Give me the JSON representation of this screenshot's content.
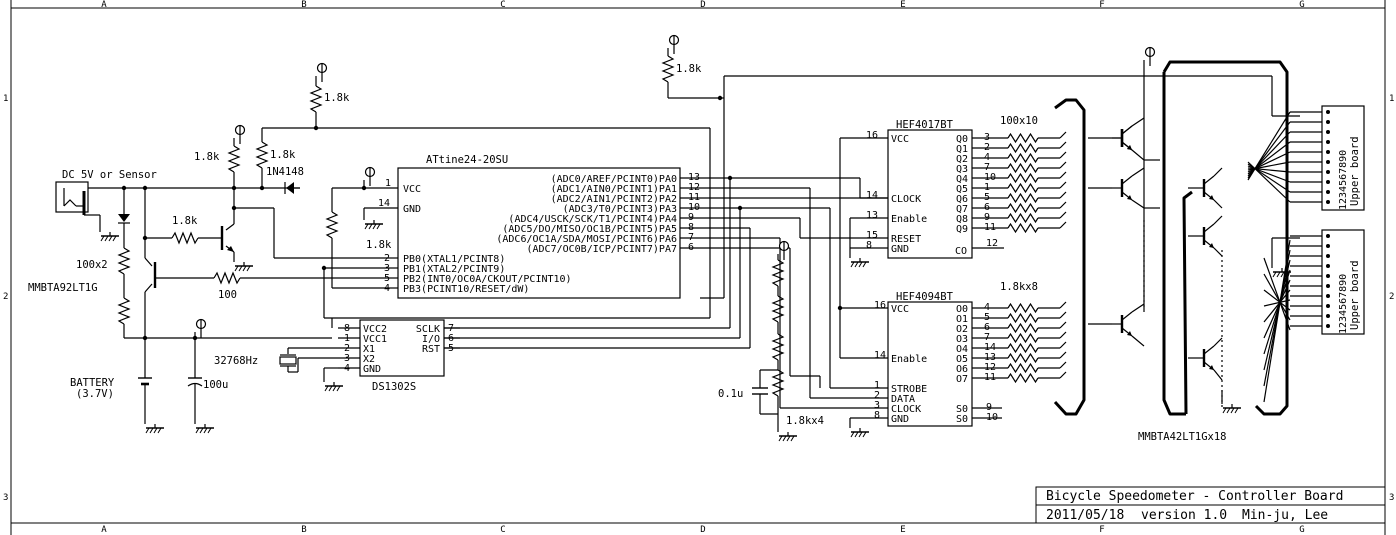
{
  "border": {
    "columns": [
      "A",
      "B",
      "C",
      "D",
      "E",
      "F",
      "G"
    ],
    "rows": [
      "1",
      "2",
      "3"
    ]
  },
  "title_block": {
    "title": "Bicycle Speedometer - Controller Board",
    "date": "2011/05/18",
    "version": "version 1.0",
    "author": "Min-ju, Lee"
  },
  "power": {
    "input_label": "DC 5V or Sensor",
    "battery_label": "BATTERY",
    "battery_voltage": "(3.7V)",
    "cap_100u": "100u",
    "cap_01u": "0.1u"
  },
  "parts": {
    "r_1k8": "1.8k",
    "r_100x2": "100x2",
    "r_100": "100",
    "r_100x10": "100x10",
    "r_1k8x8": "1.8kx8",
    "r_1k8x4": "1.8kx4",
    "diode": "1N4148",
    "pnp": "MMBTA92LT1G",
    "npn_array": "MMBTA42LT1Gx18",
    "crystal": "32768Hz",
    "upper_board": "Upper board",
    "connector_pins": "1234567890"
  },
  "mcu": {
    "name": "ATtine24-20SU",
    "vcc": "VCC",
    "gnd": "GND",
    "vcc_pin": "1",
    "gnd_pin": "14",
    "right_pins": [
      {
        "label": "(ADC0/AREF/PCINT0)PA0",
        "num": "13"
      },
      {
        "label": "(ADC1/AIN0/PCINT1)PA1",
        "num": "12"
      },
      {
        "label": "(ADC2/AIN1/PCINT2)PA2",
        "num": "11"
      },
      {
        "label": "(ADC3/T0/PCINT3)PA3",
        "num": "10"
      },
      {
        "label": "(ADC4/USCK/SCK/T1/PCINT4)PA4",
        "num": "9"
      },
      {
        "label": "(ADC5/DO/MISO/OC1B/PCINT5)PA5",
        "num": "8"
      },
      {
        "label": "(ADC6/OC1A/SDA/MOSI/PCINT6)PA6",
        "num": "7"
      },
      {
        "label": "(ADC7/OC0B/ICP/PCINT7)PA7",
        "num": "6"
      }
    ],
    "left_pins": [
      {
        "label": "PB0(XTAL1/PCINT8)",
        "num": "2"
      },
      {
        "label": "PB1(XTAL2/PCINT9)",
        "num": "3"
      },
      {
        "label": "PB2(INT0/OC0A/CKOUT/PCINT10)",
        "num": "5"
      },
      {
        "label": "PB3(PCINT10/RESET/dW)",
        "num": "4"
      }
    ]
  },
  "rtc": {
    "name": "DS1302S",
    "left_pins": [
      {
        "label": "VCC2",
        "num": "8"
      },
      {
        "label": "VCC1",
        "num": "1"
      },
      {
        "label": "X1",
        "num": "2"
      },
      {
        "label": "X2",
        "num": "3"
      },
      {
        "label": "GND",
        "num": "4"
      }
    ],
    "right_pins": [
      {
        "label": "SCLK",
        "num": "7"
      },
      {
        "label": "I/O",
        "num": "6"
      },
      {
        "label": "RST",
        "num": "5"
      }
    ]
  },
  "counter": {
    "name": "HEF4017BT",
    "left_pins": [
      {
        "label": "VCC",
        "num": "16"
      },
      {
        "label": "CLOCK",
        "num": "14"
      },
      {
        "label": "Enable",
        "num": "13"
      },
      {
        "label": "RESET",
        "num": "15"
      },
      {
        "label": "GND",
        "num": "8"
      }
    ],
    "outputs": [
      {
        "label": "Q0",
        "num": "3"
      },
      {
        "label": "Q1",
        "num": "2"
      },
      {
        "label": "Q2",
        "num": "4"
      },
      {
        "label": "Q3",
        "num": "7"
      },
      {
        "label": "Q4",
        "num": "10"
      },
      {
        "label": "Q5",
        "num": "1"
      },
      {
        "label": "Q6",
        "num": "5"
      },
      {
        "label": "Q7",
        "num": "6"
      },
      {
        "label": "Q8",
        "num": "9"
      },
      {
        "label": "Q9",
        "num": "11"
      }
    ],
    "co": {
      "label": "CO",
      "num": "12"
    }
  },
  "shift": {
    "name": "HEF4094BT",
    "left_pins": [
      {
        "label": "VCC",
        "num": "16"
      },
      {
        "label": "Enable",
        "num": "14"
      },
      {
        "label": "STROBE",
        "num": "1"
      },
      {
        "label": "DATA",
        "num": "2"
      },
      {
        "label": "CLOCK",
        "num": "3"
      },
      {
        "label": "GND",
        "num": "8"
      }
    ],
    "outputs": [
      {
        "label": "O0",
        "num": "4"
      },
      {
        "label": "O1",
        "num": "5"
      },
      {
        "label": "O2",
        "num": "6"
      },
      {
        "label": "O3",
        "num": "7"
      },
      {
        "label": "O4",
        "num": "14"
      },
      {
        "label": "O5",
        "num": "13"
      },
      {
        "label": "O6",
        "num": "12"
      },
      {
        "label": "O7",
        "num": "11"
      }
    ],
    "serial_out": [
      {
        "label": "S0",
        "num": "9"
      },
      {
        "label": "S0",
        "num": "10"
      }
    ]
  }
}
